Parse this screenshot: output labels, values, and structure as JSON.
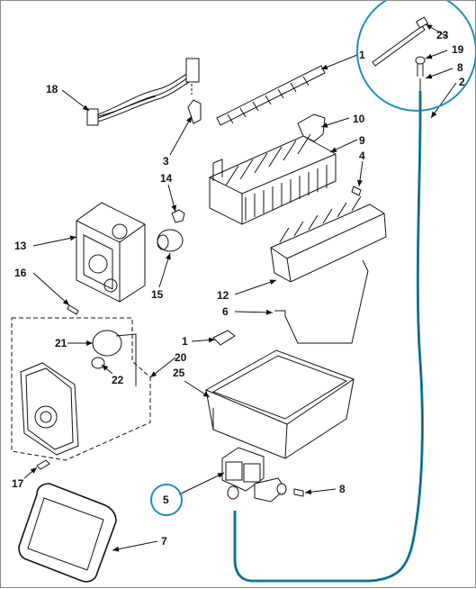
{
  "diagram": {
    "highlight_color": "#1e8fb3",
    "callouts": [
      {
        "id": "c23",
        "label": "23"
      },
      {
        "id": "c1a",
        "label": "1"
      },
      {
        "id": "c19",
        "label": "19"
      },
      {
        "id": "c8a",
        "label": "8"
      },
      {
        "id": "c2",
        "label": "2"
      },
      {
        "id": "c18",
        "label": "18"
      },
      {
        "id": "c10",
        "label": "10"
      },
      {
        "id": "c3",
        "label": "3"
      },
      {
        "id": "c9",
        "label": "9"
      },
      {
        "id": "c4",
        "label": "4"
      },
      {
        "id": "c14",
        "label": "14"
      },
      {
        "id": "c13",
        "label": "13"
      },
      {
        "id": "c16",
        "label": "16"
      },
      {
        "id": "c15",
        "label": "15"
      },
      {
        "id": "c12",
        "label": "12"
      },
      {
        "id": "c6",
        "label": "6"
      },
      {
        "id": "c21",
        "label": "21"
      },
      {
        "id": "c1b",
        "label": "1"
      },
      {
        "id": "c20",
        "label": "20"
      },
      {
        "id": "c22",
        "label": "22"
      },
      {
        "id": "c25",
        "label": "25"
      },
      {
        "id": "c17",
        "label": "17"
      },
      {
        "id": "c5",
        "label": "5"
      },
      {
        "id": "c8b",
        "label": "8"
      },
      {
        "id": "c7",
        "label": "7"
      }
    ]
  }
}
